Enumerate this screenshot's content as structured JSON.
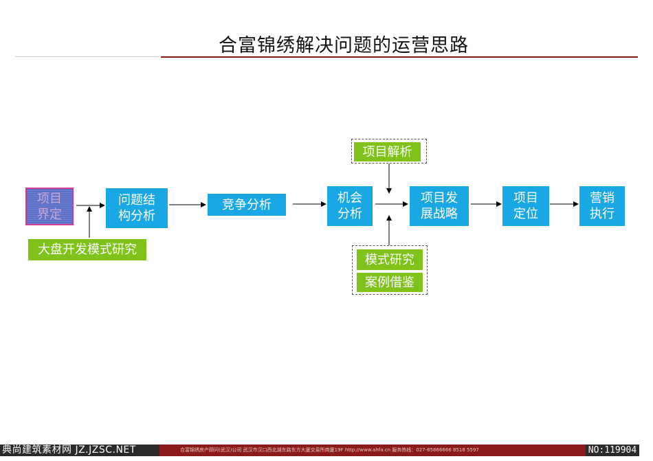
{
  "title": "合富锦绣解决问题的运营思路",
  "nodes": {
    "project_definition": "项目\n界定",
    "problem_structure": "问题结\n构分析",
    "competition": "竞争分析",
    "opportunity": "机会\n分析",
    "strategy": "项目发\n展战略",
    "positioning": "项目\n定位",
    "marketing": "营销\n执行",
    "large_scale": "大盘开发模式研究",
    "project_analysis": "项目解析",
    "model_research": "模式研究",
    "case_study": "案例借鉴"
  },
  "footer": {
    "left": "典尚建筑素材网 JZ.JZSC.NET",
    "middle": "合富锦绣房产顾问(武汉)公司   武汉市汉口西北湖东路东方大厦交易所商厦19F   http://www.ahfa.cn   服务热线：027-85866666 8518 5597",
    "right": "NO:119904"
  },
  "colors": {
    "blue_box": "#19a8e3",
    "green_box": "#7ec21a",
    "start_box": "#5b6ec8",
    "title_rule": "#8b1212",
    "footer_red": "#8b1a1a"
  }
}
